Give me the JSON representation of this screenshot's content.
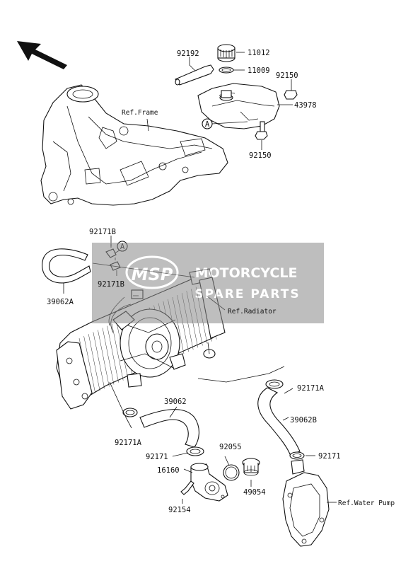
{
  "labels": {
    "p92192": "92192",
    "p11012": "11012",
    "p11009": "11009",
    "p92150_a": "92150",
    "p43978": "43978",
    "p92150_b": "92150",
    "p92171B_a": "92171B",
    "p92171B_b": "92171B",
    "p39062A": "39062A",
    "p92171A_a": "92171A",
    "p92171A_b": "92171A",
    "p39062": "39062",
    "p39062B": "39062B",
    "p92171_a": "92171",
    "p92171_b": "92171",
    "p16160": "16160",
    "p92055": "92055",
    "p49054": "49054",
    "p92154": "92154"
  },
  "refs": {
    "frame": "Ref.Frame",
    "radiator": "Ref.Radiator",
    "water_pump": "Ref.Water Pump"
  },
  "markers": {
    "a_top": "A",
    "a_mid": "A"
  },
  "watermark": {
    "logo": "MSP",
    "line1": "MOTORCYCLE",
    "line2": "SPARE PARTS",
    "color": "#8a8a8a"
  },
  "arrow": {
    "direction": "front-left"
  }
}
